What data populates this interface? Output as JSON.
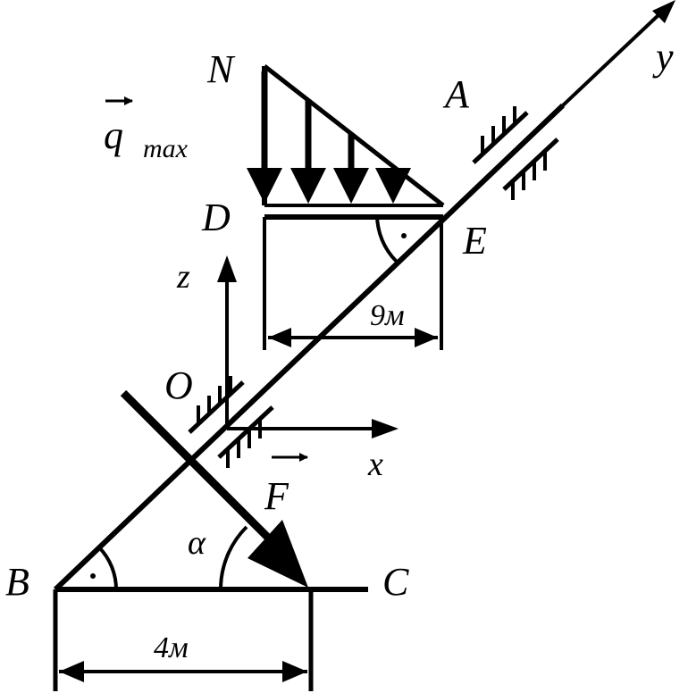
{
  "labels": {
    "N": "N",
    "A": "A",
    "y": "y",
    "q": "q",
    "q_sub": "max",
    "D": "D",
    "E": "E",
    "z": "z",
    "dim_de": "9м",
    "O": "O",
    "x": "x",
    "F": "F",
    "alpha": "α",
    "B": "B",
    "C": "C",
    "dim_bc": "4м"
  },
  "colors": {
    "ink": "#000000",
    "paper": "#ffffff"
  }
}
